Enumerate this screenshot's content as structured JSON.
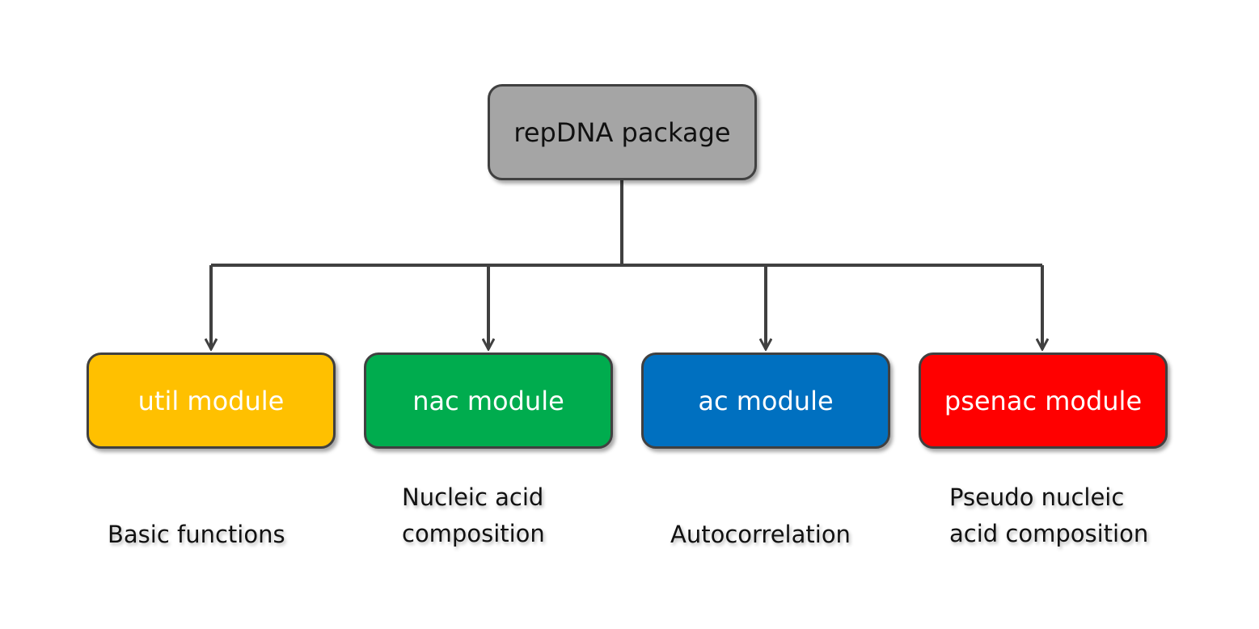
{
  "root": {
    "label": "repDNA package",
    "color": "#a5a5a5"
  },
  "modules": [
    {
      "label": "util module",
      "color": "#ffc000",
      "description": [
        "Basic functions"
      ]
    },
    {
      "label": "nac module",
      "color": "#00ac4e",
      "description": [
        "Nucleic acid",
        "composition"
      ]
    },
    {
      "label": "ac module",
      "color": "#0070c0",
      "description": [
        "Autocorrelation"
      ]
    },
    {
      "label": "psenac module",
      "color": "#ff0000",
      "description": [
        "Pseudo nucleic",
        "acid composition"
      ]
    }
  ],
  "connector_color": "#404040"
}
